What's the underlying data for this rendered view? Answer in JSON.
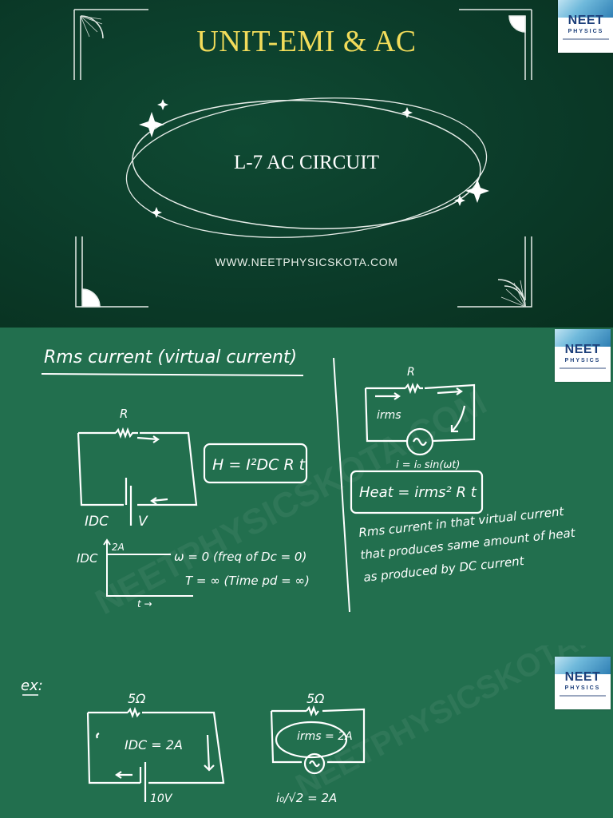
{
  "title_slide": {
    "title": "UNIT-EMI & AC",
    "subtitle": "L-7 AC CIRCUIT",
    "url": "WWW.NEETPHYSICSKOTA.COM"
  },
  "logo": {
    "word": "NEET",
    "sub": "PHYSICS"
  },
  "watermark": "NEETPHYSICSKOTA.COM",
  "board1": {
    "heading": "Rms current (virtual current)",
    "resistor_label": "R",
    "heat_formula": "H = I²DC R t",
    "current_label": "IDC",
    "voltage_label": "V",
    "graph_y": "IDC",
    "graph_value": "2A",
    "graph_x": "t →",
    "omega": "ω = 0 (freq of Dc = 0)",
    "period": "T = ∞ (Time pd = ∞)",
    "right_resistor_label": "R",
    "irms_label": "irms",
    "ac_eq": "i = i₀ sin(ωt)",
    "heat_rms": "Heat = irms² R t",
    "definition_lines": [
      "Rms current in that virtual current",
      "that produces same amount of heat",
      "as produced by DC current"
    ]
  },
  "board2": {
    "ex_label": "ex:",
    "left_resistor": "5Ω",
    "left_current": "IDC = 2A",
    "left_voltage": "10V",
    "right_resistor": "5Ω",
    "right_current": "irms = 2A",
    "right_eq": "i₀/√2 = 2A"
  },
  "colors": {
    "title_gold": "#f2dc5a",
    "board_green": "#226f4e",
    "dark_green": "#0b3b29",
    "chalk": "#ffffff"
  }
}
